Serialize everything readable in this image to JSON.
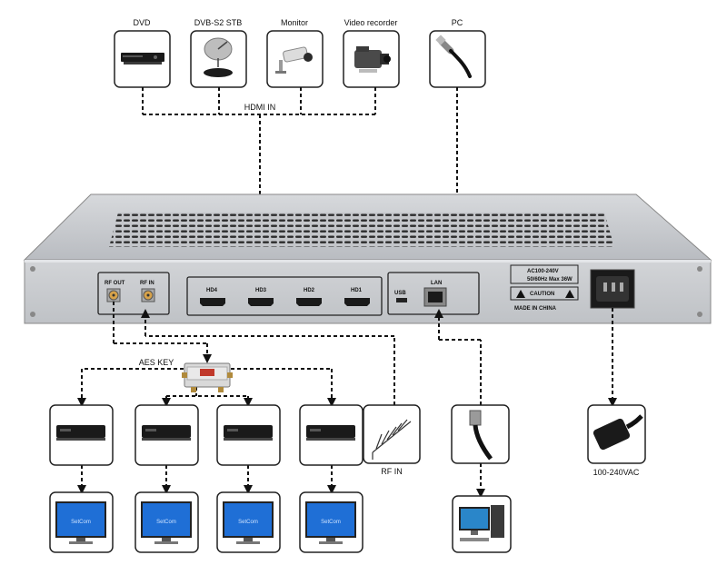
{
  "devices": {
    "dvd": "DVD",
    "stb": "DVB-S2 STB",
    "monitor": "Monitor",
    "recorder": "Video recorder",
    "pc": "PC"
  },
  "labels": {
    "hdmi_in": "HDMI IN",
    "aes_key": "AES KEY",
    "rf_in": "RF IN",
    "power": "100-240VAC"
  },
  "panel": {
    "rf_out": "RF OUT",
    "rf_in": "RF IN",
    "hd4": "HD4",
    "hd3": "HD3",
    "hd2": "HD2",
    "hd1": "HD1",
    "usb": "USB",
    "lan": "LAN",
    "rating_line1": "AC100-240V",
    "rating_line2": "50/60Hz  Max 36W",
    "caution": "CAUTION",
    "made_in": "MADE IN CHINA"
  },
  "screen_text": "SetCom",
  "colors": {
    "chassis": "#c9cbcf",
    "chassis_dark": "#9ea1a6",
    "line": "#111111",
    "screen": "#1f6fd6"
  }
}
